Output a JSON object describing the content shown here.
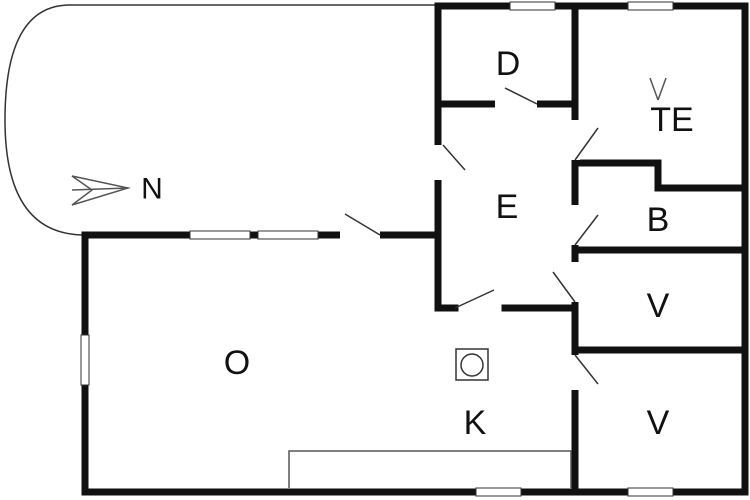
{
  "rooms": {
    "living": "O",
    "kitchen": "K",
    "entrance": "E",
    "shower": "D",
    "bedroom_a": "V",
    "bedroom_b": "V",
    "storage": "B",
    "utility_v": "V",
    "utility_te": "TE"
  },
  "compass": {
    "label": "N"
  },
  "colors": {
    "wall": "#111111",
    "background": "#ffffff"
  }
}
